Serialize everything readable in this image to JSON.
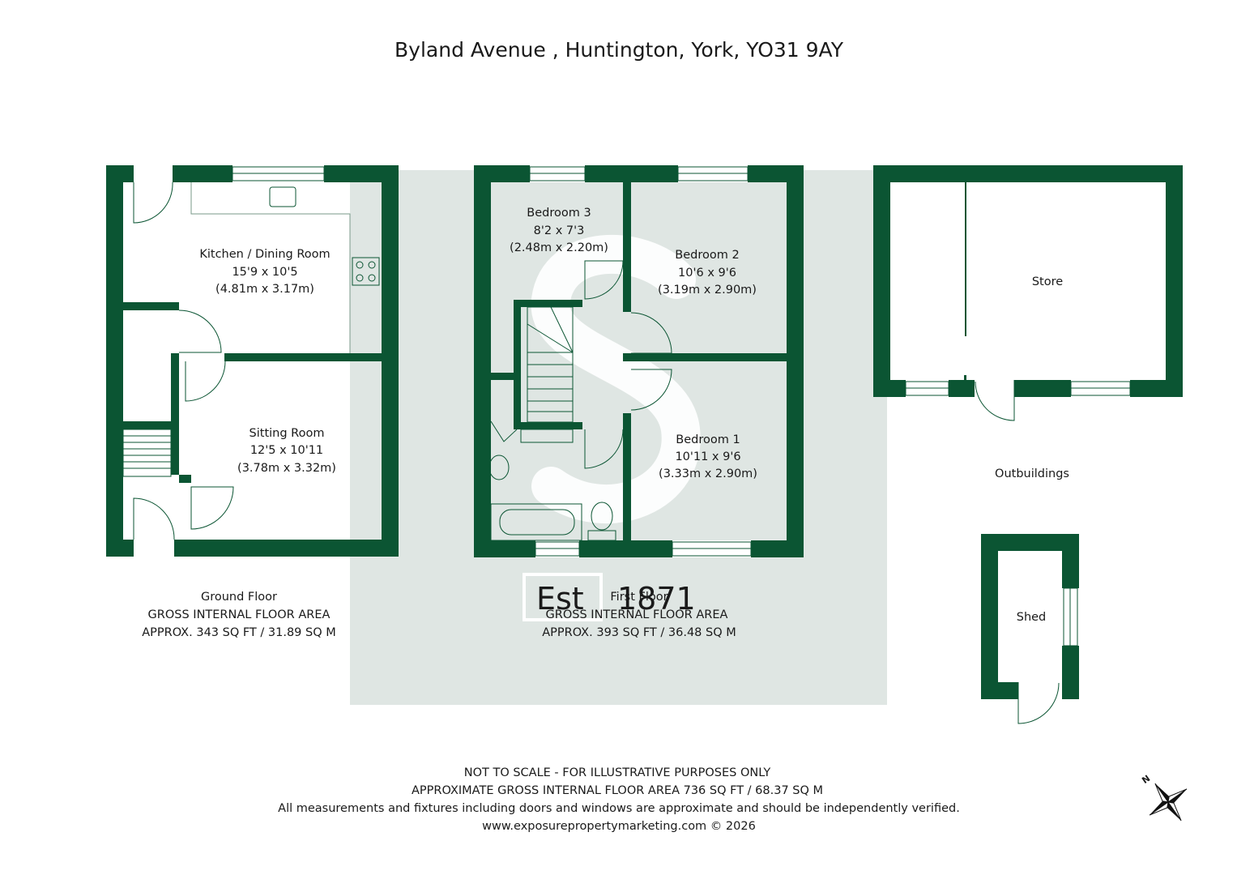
{
  "title": "Byland Avenue , Huntington, York, YO31 9AY",
  "colors": {
    "wall": "#0b5533",
    "watermark_bg": "#dfe6e3",
    "watermark_mark": "#ffffff",
    "text": "#1a1a1a"
  },
  "watermark": {
    "est_text": "Est",
    "year_text": "1871"
  },
  "rooms": {
    "kitchen": {
      "name": "Kitchen / Dining Room",
      "imperial": "15'9 x 10'5",
      "metric": "(4.81m x 3.17m)"
    },
    "sitting": {
      "name": "Sitting Room",
      "imperial": "12'5 x 10'11",
      "metric": "(3.78m x 3.32m)"
    },
    "bedroom3": {
      "name": "Bedroom 3",
      "imperial": "8'2 x 7'3",
      "metric": "(2.48m x 2.20m)"
    },
    "bedroom2": {
      "name": "Bedroom 2",
      "imperial": "10'6 x 9'6",
      "metric": "(3.19m x 2.90m)"
    },
    "bedroom1": {
      "name": "Bedroom 1",
      "imperial": "10'11 x 9'6",
      "metric": "(3.33m x 2.90m)"
    },
    "store": {
      "name": "Store"
    },
    "shed": {
      "name": "Shed"
    }
  },
  "outbuildings_label": "Outbuildings",
  "floors": {
    "ground": {
      "name": "Ground Floor",
      "area_label": "GROSS INTERNAL FLOOR AREA",
      "area": "APPROX. 343 SQ FT / 31.89 SQ M"
    },
    "first": {
      "name": "First Floor",
      "area_label": "GROSS INTERNAL FLOOR AREA",
      "area": "APPROX. 393 SQ FT / 36.48 SQ M"
    }
  },
  "footer": {
    "line1": "NOT TO SCALE - FOR ILLUSTRATIVE PURPOSES ONLY",
    "line2": "APPROXIMATE GROSS INTERNAL FLOOR AREA 736 SQ FT / 68.37 SQ M",
    "line3": "All measurements and fixtures including doors and windows are approximate and should be independently verified.",
    "line4": "www.exposurepropertymarketing.com © 2026"
  },
  "compass": {
    "north_label": "N",
    "icon": "compass-rose-icon"
  }
}
